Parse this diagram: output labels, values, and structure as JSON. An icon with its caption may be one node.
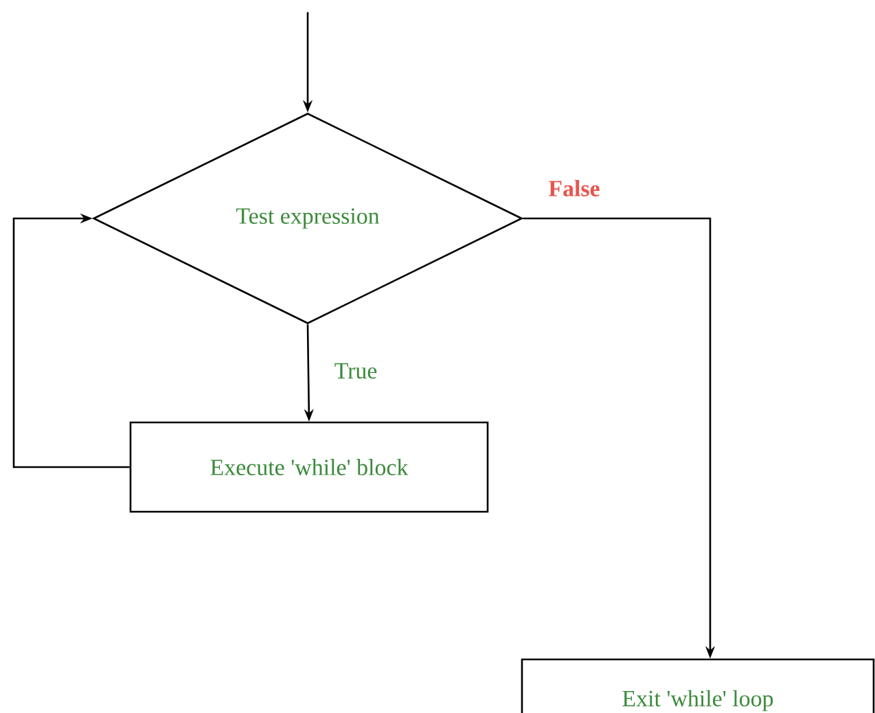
{
  "diagram": {
    "nodes": [
      {
        "text": [
          "Test expression"
        ]
      },
      {
        "text": [
          "Execute 'while' block"
        ]
      },
      {
        "text": [
          "Exit 'while' loop"
        ]
      }
    ],
    "edges": [
      {
        "from": null,
        "to": 0,
        "arrow": "to"
      },
      {
        "from": 0,
        "to": 1,
        "arrow": "to",
        "label": "True"
      },
      {
        "from": 0,
        "to": 2,
        "arrow": "to",
        "label": "False"
      },
      {
        "from": 1,
        "to": 0,
        "arrow": "to"
      }
    ]
  }
}
